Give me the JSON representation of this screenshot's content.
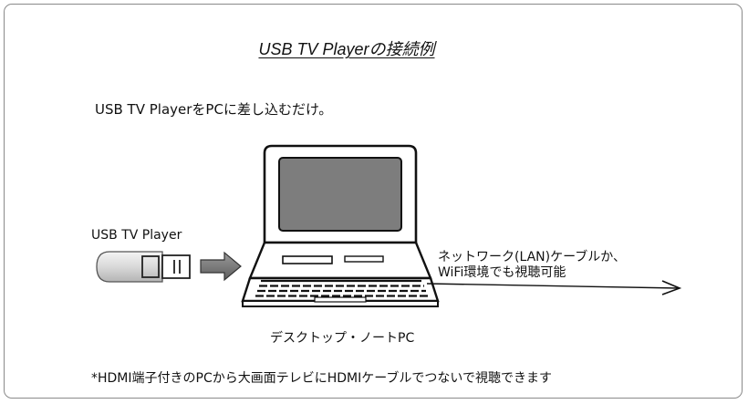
{
  "title": "USB TV Playerの接続例",
  "intro": "USB TV PlayerをPCに差し込むだけ。",
  "usb_label": "USB TV Player",
  "network": {
    "line1": "ネットワーク(LAN)ケーブルか、",
    "line2": "WiFi環境でも視聴可能"
  },
  "pc_label": "デスクトップ・ノートPC",
  "footnote": "*HDMI端子付きのPCから大画面テレビにHDMIケーブルでつないで視聴できます"
}
